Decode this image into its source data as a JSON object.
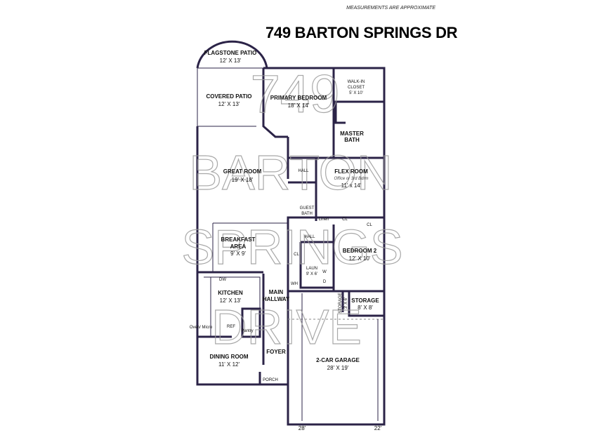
{
  "header": {
    "note": "MEASUREMENTS ARE APPROXIMATE",
    "title": "749 BARTON SPRINGS DR"
  },
  "watermark": [
    "749",
    "BARTON",
    "SPRINGS",
    "DRIVE"
  ],
  "rooms": {
    "flagstone_patio": {
      "name": "FLAGSTONE PATIO",
      "size": "12' X 13'"
    },
    "covered_patio": {
      "name": "COVERED PATIO",
      "size": "12' X 13'"
    },
    "primary_bedroom": {
      "name": "PRIMARY BEDROOM",
      "size": "18' X 14'"
    },
    "walk_in_closet": {
      "name1": "WALK-IN",
      "name2": "CLOSET",
      "size": "5' X 10'"
    },
    "master_bath": {
      "name1": "MASTER",
      "name2": "BATH"
    },
    "great_room": {
      "name": "GREAT ROOM",
      "size": "19' X 18'"
    },
    "hall_upper": {
      "name": "HALL"
    },
    "flex_room": {
      "name": "FLEX ROOM",
      "subtitle": "Office or 3rd Bdrm",
      "size": "11' x 14'"
    },
    "guest_bath": {
      "name1": "GUEST",
      "name2": "BATH"
    },
    "linen": {
      "name": "Linen"
    },
    "cl1": {
      "name": "CL"
    },
    "cl2": {
      "name": "CL"
    },
    "cl3": {
      "name": "CL"
    },
    "hall_lower": {
      "name": "HALL"
    },
    "breakfast": {
      "name1": "BREAKFAST",
      "name2": "AREA",
      "size": "9' X 9'"
    },
    "bedroom2": {
      "name": "BEDROOM 2",
      "size": "12' X 10'"
    },
    "laundry": {
      "name": "LAUN",
      "size": "9' X 6'",
      "w": "W",
      "d": "D",
      "wh": "WH"
    },
    "kitchen": {
      "name": "KITCHEN",
      "size": "12' X 13'",
      "dw": "DW",
      "ref": "REF",
      "pantry": "Pantry",
      "oven": "Oven/ Micro"
    },
    "main_hallway": {
      "name1": "MAIN",
      "name2": "HALLWAY"
    },
    "storage_small": {
      "name": "STORAGE",
      "size": "3' X 6'"
    },
    "storage": {
      "name": "STORAGE",
      "size": "8' X 8'"
    },
    "dining_room": {
      "name": "DINING ROOM",
      "size": "11' X 12'"
    },
    "foyer": {
      "name": "FOYER"
    },
    "porch": {
      "name": "PORCH"
    },
    "garage": {
      "name": "2-CAR GARAGE",
      "size": "28' X 19'"
    }
  },
  "dimensions": {
    "garage_left": "28'",
    "garage_right": "22'"
  }
}
